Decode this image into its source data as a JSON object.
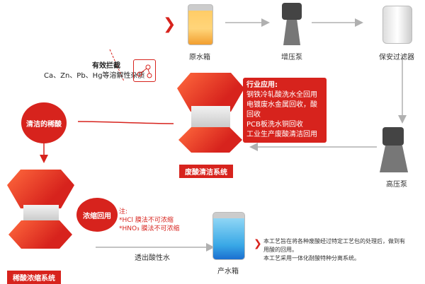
{
  "components": {
    "raw_tank": "原水箱",
    "booster_pump": "增压泵",
    "security_filter": "保安过滤器",
    "high_pressure_pump": "高压泵",
    "product_tank": "产水箱"
  },
  "intercept": {
    "title": "有效拦截",
    "text": "Ca、Zn、Pb、Hg等溶解性杂质"
  },
  "industry": {
    "title": "行业应用:",
    "items": [
      "钢铁冷轧酸洗水全回用",
      "电镀废水金属回收，酸回收",
      "PCB板洗水铜回收",
      "工业生产废酸清洁回用"
    ]
  },
  "systems": {
    "waste_acid": {
      "part1": "废酸",
      "part2": "清洁系统"
    },
    "dilute_acid": {
      "part1": "稀酸",
      "part2": "浓缩系统"
    }
  },
  "flow_labels": {
    "clean_dilute_acid": "清洁的稀酸",
    "concentrate_return": "浓缩回用",
    "permeate_acid": "透出酸性水"
  },
  "note": {
    "title": "注:",
    "line1": "*HCl 膜法不可浓缩",
    "line2": "*HNO₃ 膜法不可浓缩"
  },
  "description": {
    "line1": "本工艺旨在将各种废酸经过特定工艺包的处理后，做到有",
    "line2": "用酸的回用。",
    "line3": "本工艺采用一体化耐酸特种分离系统。"
  },
  "colors": {
    "accent": "#d7231d",
    "arrow": "#b0b0b0"
  }
}
